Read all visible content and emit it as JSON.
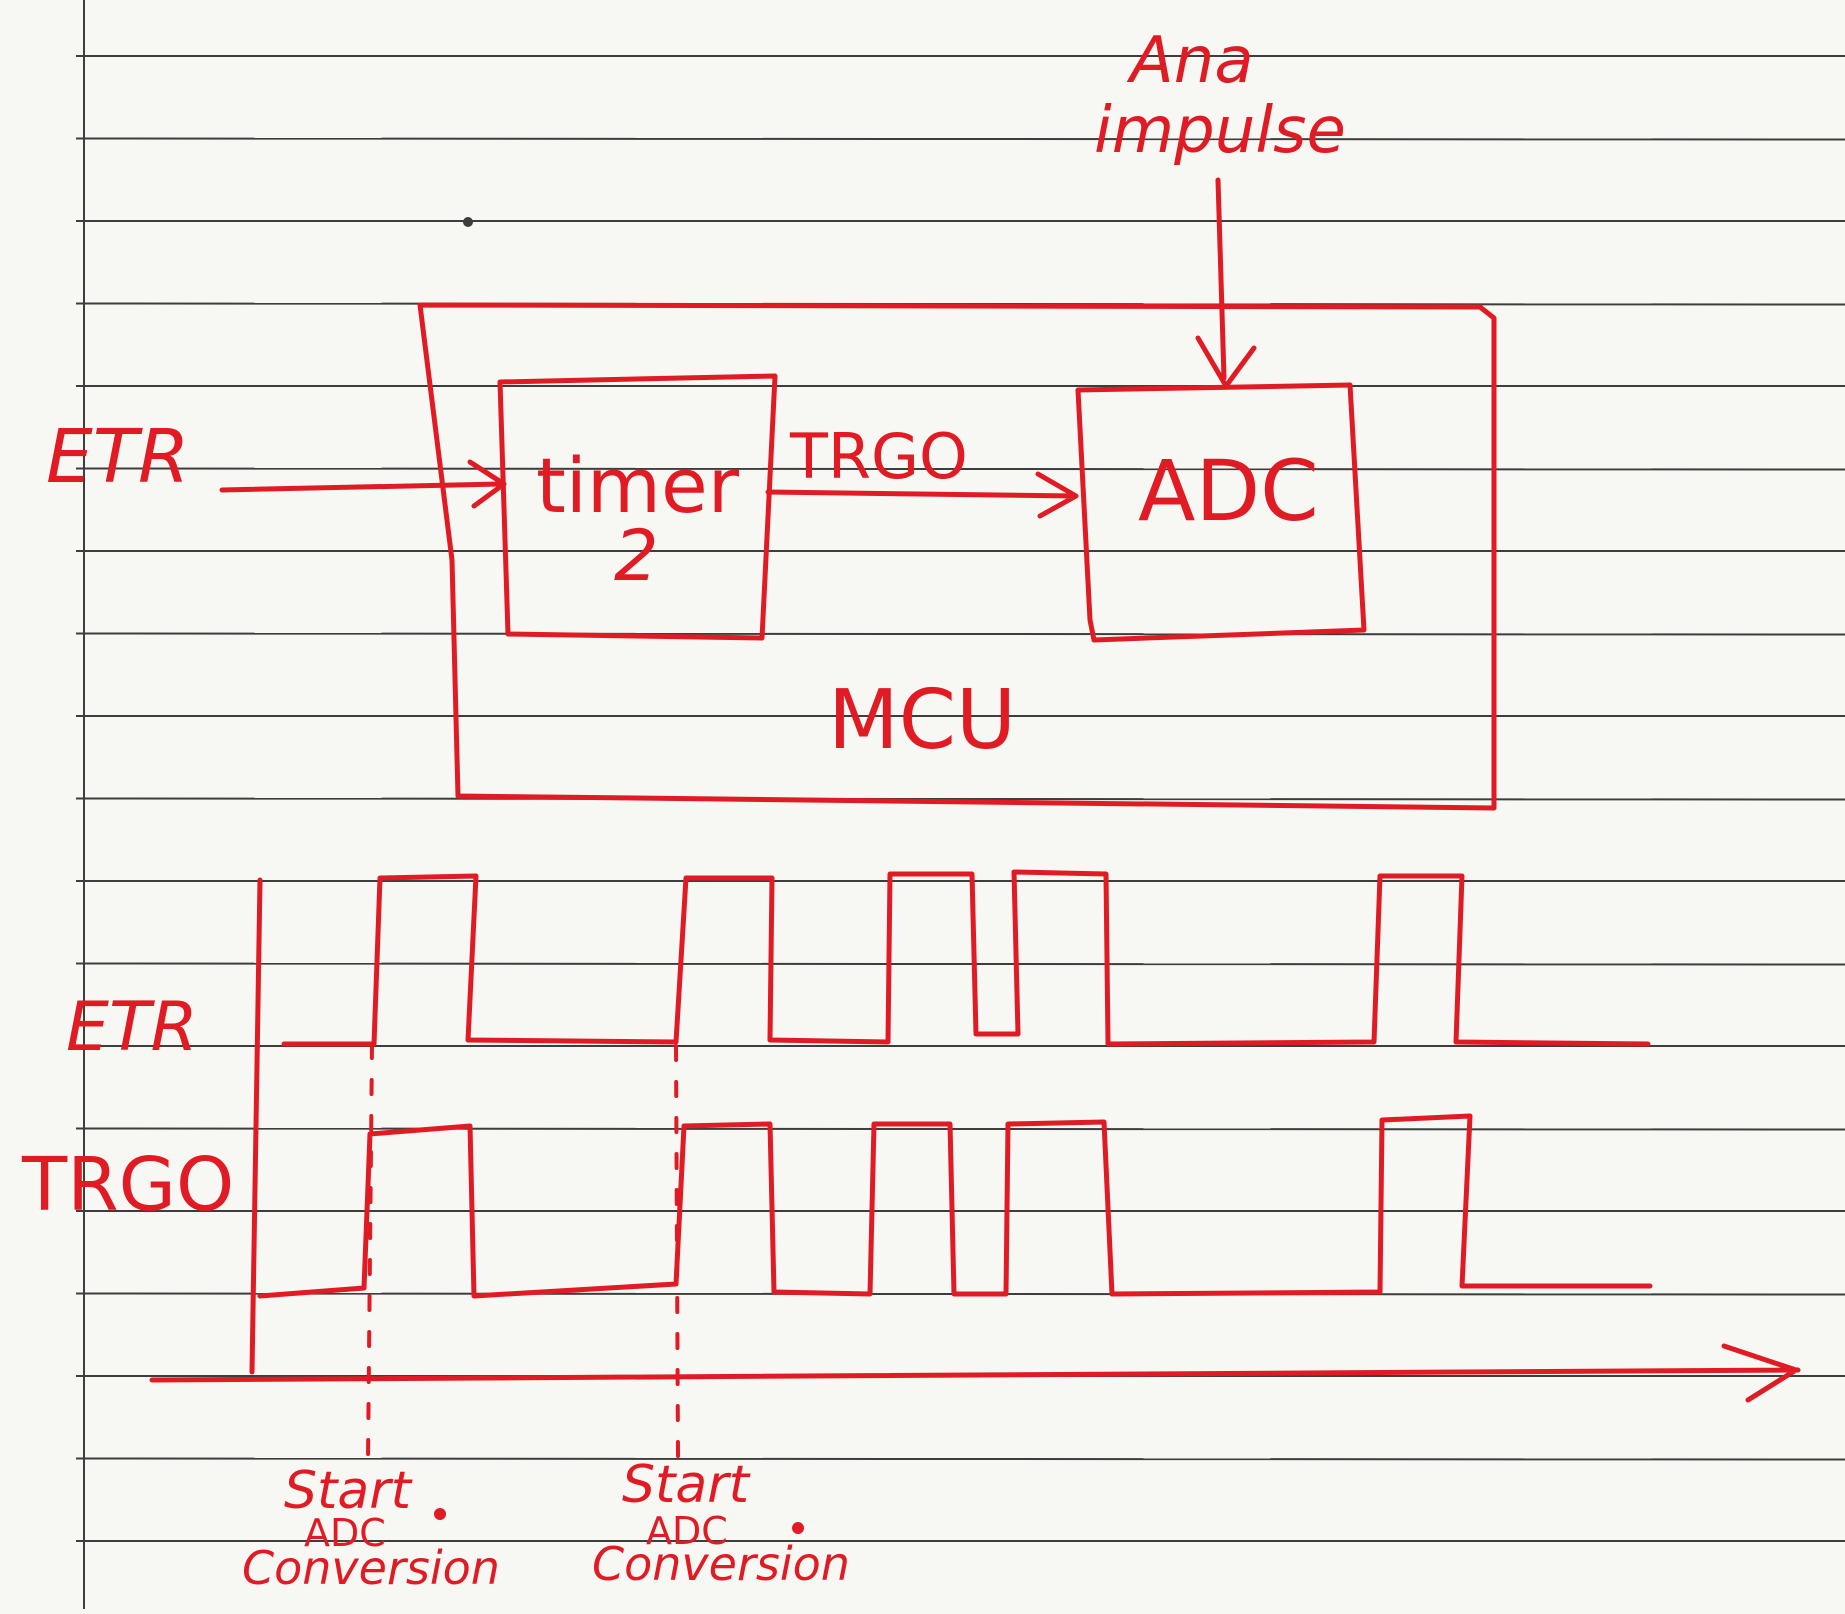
{
  "colors": {
    "ink": "#e01b24",
    "paper": "#f7f7f4",
    "rule": "#3d3d3d"
  },
  "labels": {
    "analog_input": "Ana impulse",
    "analog_input_line1": "Ana",
    "analog_input_line2": "impulse",
    "etr_input": "ETR",
    "timer_line1": "timer",
    "timer_line2": "2",
    "trgo_link": "TRGO",
    "adc": "ADC",
    "mcu": "MCU",
    "signal_etr": "ETR",
    "signal_trgo": "TRGO",
    "marker1_line1": "Start",
    "marker1_line2": "ADC",
    "marker1_line3": "Conversion",
    "marker2_line1": "Start",
    "marker2_line2": "ADC",
    "marker2_line3": "Conversion"
  },
  "timing": {
    "etr_levels": [
      "low",
      "high",
      "low",
      "high",
      "low",
      "high",
      "low",
      "high",
      "low",
      "high",
      "low"
    ],
    "trgo_levels": [
      "low",
      "high",
      "low",
      "high",
      "low",
      "high",
      "low",
      "high",
      "low",
      "high",
      "low"
    ],
    "markers": [
      "Start ADC Conversion",
      "Start ADC Conversion"
    ]
  }
}
